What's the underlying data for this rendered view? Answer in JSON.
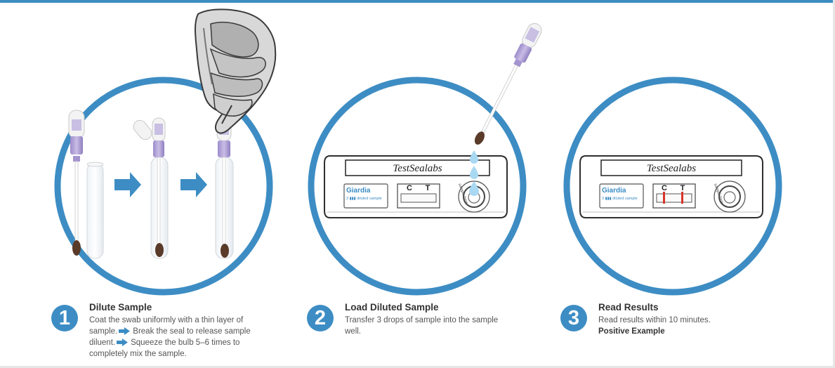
{
  "brand": "TestSealabs",
  "cassette": {
    "analyte": "Giardia",
    "diluted_label_prefix": "3",
    "diluted_label": "diluted sample",
    "control_letter": "C",
    "test_letter": "T",
    "well_label": "sample here"
  },
  "steps": [
    {
      "number": "1",
      "title": "Dilute Sample",
      "lines": [
        "Coat the swab uniformly with a thin layer of",
        "sample.",
        "Break the seal to release sample",
        "diluent.",
        "Squeeze the bulb 5–6 times to",
        "completely mix the sample."
      ]
    },
    {
      "number": "2",
      "title": "Load Diluted Sample",
      "lines": [
        "Transfer 3 drops of sample into the sample",
        "well."
      ]
    },
    {
      "number": "3",
      "title": "Read Results",
      "lines": [
        "Read results within 10 minutes."
      ],
      "example": "Positive Example"
    }
  ],
  "icons": [
    "arrow-right-icon",
    "hand-icon",
    "drop-icon",
    "swab-tube-icon",
    "test-cassette-icon"
  ],
  "colors": {
    "accent_blue": "#3d8dc4",
    "light_blue_drop": "#a9d8f2",
    "tube_purple": "#b7a9d6",
    "result_line_red": "#d9342b",
    "swab_brown": "#5a3a28"
  }
}
